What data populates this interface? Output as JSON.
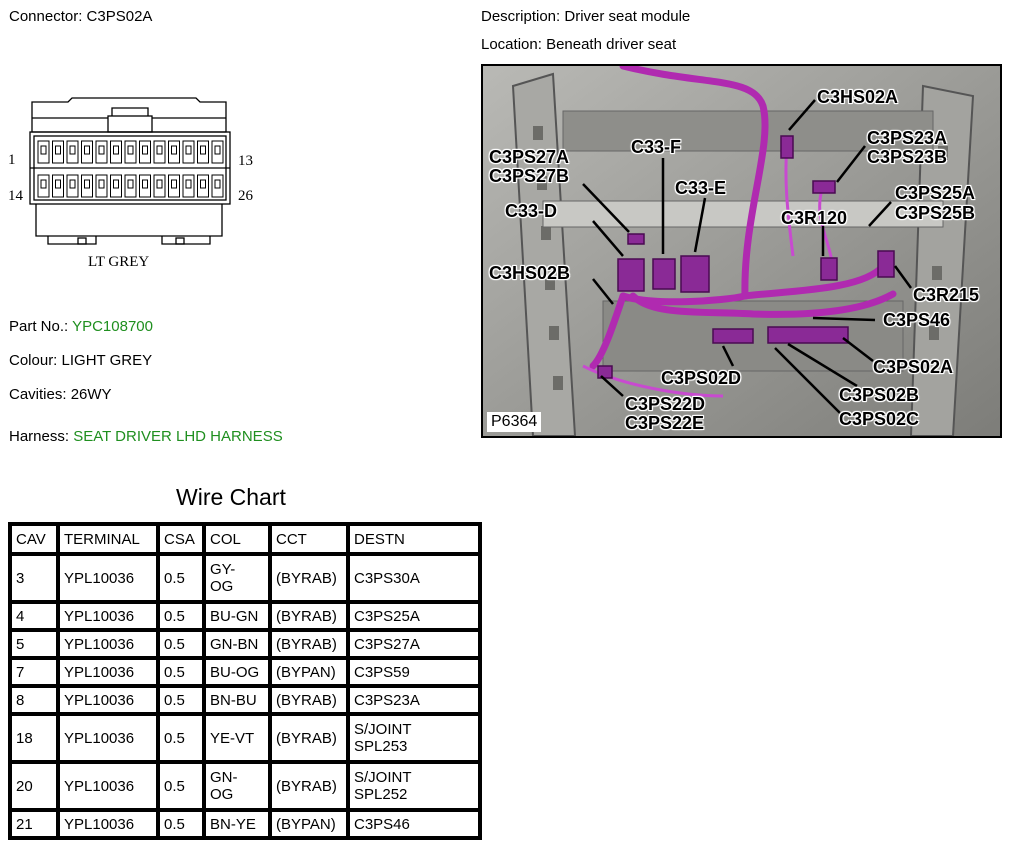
{
  "connector": {
    "label": "Connector:",
    "value": "C3PS02A"
  },
  "description": {
    "label": "Description:",
    "value": "Driver seat module"
  },
  "location": {
    "label": "Location:",
    "value": "Beneath driver seat"
  },
  "drawing": {
    "pin_1": "1",
    "pin_13": "13",
    "pin_14": "14",
    "pin_26": "26",
    "colour_text": "LT GREY"
  },
  "part_no": {
    "label": "Part No.:",
    "value": "YPC108700"
  },
  "colour": {
    "label": "Colour:",
    "value": "LIGHT GREY"
  },
  "cavities": {
    "label": "Cavities:",
    "value": "26WY"
  },
  "harness": {
    "label": "Harness:",
    "value": "SEAT DRIVER LHD HARNESS"
  },
  "photo": {
    "figure_id": "P6364",
    "callouts": [
      "C3HS02A",
      "C3PS23A",
      "C3PS23B",
      "C33-F",
      "C3PS27A",
      "C3PS27B",
      "C33-E",
      "C3PS25A",
      "C3PS25B",
      "C33-D",
      "C3R120",
      "C3HS02B",
      "C3R215",
      "C3PS46",
      "C3PS02A",
      "C3PS02D",
      "C3PS02B",
      "C3PS22D",
      "C3PS22E",
      "C3PS02C"
    ]
  },
  "wire_chart": {
    "title": "Wire Chart",
    "headers": [
      "CAV",
      "TERMINAL",
      "CSA",
      "COL",
      "CCT",
      "DESTN"
    ],
    "rows": [
      [
        "3",
        "YPL10036",
        "0.5",
        "GY-\nOG",
        "(BYRAB)",
        "C3PS30A"
      ],
      [
        "4",
        "YPL10036",
        "0.5",
        "BU-GN",
        "(BYRAB)",
        "C3PS25A"
      ],
      [
        "5",
        "YPL10036",
        "0.5",
        "GN-BN",
        "(BYRAB)",
        "C3PS27A"
      ],
      [
        "7",
        "YPL10036",
        "0.5",
        "BU-OG",
        "(BYPAN)",
        "C3PS59"
      ],
      [
        "8",
        "YPL10036",
        "0.5",
        "BN-BU",
        "(BYRAB)",
        "C3PS23A"
      ],
      [
        "18",
        "YPL10036",
        "0.5",
        "YE-VT",
        "(BYRAB)",
        "S/JOINT\nSPL253"
      ],
      [
        "20",
        "YPL10036",
        "0.5",
        "GN-\nOG",
        "(BYRAB)",
        "S/JOINT\nSPL252"
      ],
      [
        "21",
        "YPL10036",
        "0.5",
        "BN-YE",
        "(BYPAN)",
        "C3PS46"
      ]
    ]
  },
  "colors": {
    "harness_green": "#1f8f1f",
    "wire_magenta": "#b02ab0"
  }
}
